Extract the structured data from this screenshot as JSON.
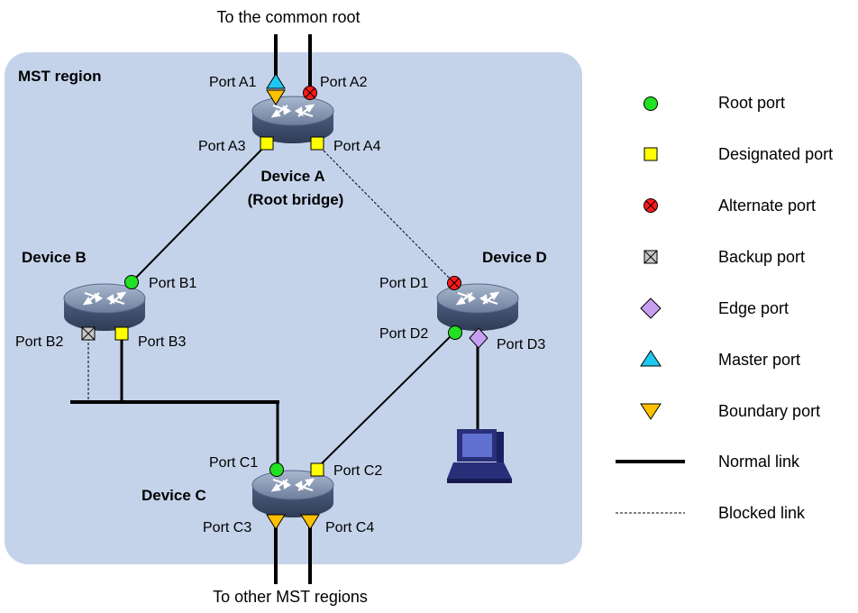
{
  "diagram": {
    "top_label": "To the common root",
    "bottom_label": "To other MST regions",
    "region_label": "MST region"
  },
  "devices": {
    "a_name": "Device A",
    "a_role": "(Root bridge)",
    "b_name": "Device B",
    "c_name": "Device C",
    "d_name": "Device D"
  },
  "ports": {
    "a1": "Port A1",
    "a2": "Port A2",
    "a3": "Port A3",
    "a4": "Port A4",
    "b1": "Port B1",
    "b2": "Port B2",
    "b3": "Port B3",
    "c1": "Port C1",
    "c2": "Port C2",
    "c3": "Port C3",
    "c4": "Port C4",
    "d1": "Port D1",
    "d2": "Port D2",
    "d3": "Port D3"
  },
  "legend": {
    "root": "Root port",
    "designated": "Designated port",
    "alternate": "Alternate port",
    "backup": "Backup port",
    "edge": "Edge port",
    "master": "Master port",
    "boundary": "Boundary port",
    "normal": "Normal link",
    "blocked": "Blocked link"
  },
  "colors": {
    "region": "#c5d3ea",
    "root": "#22e022",
    "designated": "#ffff00",
    "alternate": "#ff1a1a",
    "backup": "#c8c8c8",
    "edge": "#c89ff0",
    "master": "#1ec8f0",
    "boundary": "#ffc000"
  }
}
